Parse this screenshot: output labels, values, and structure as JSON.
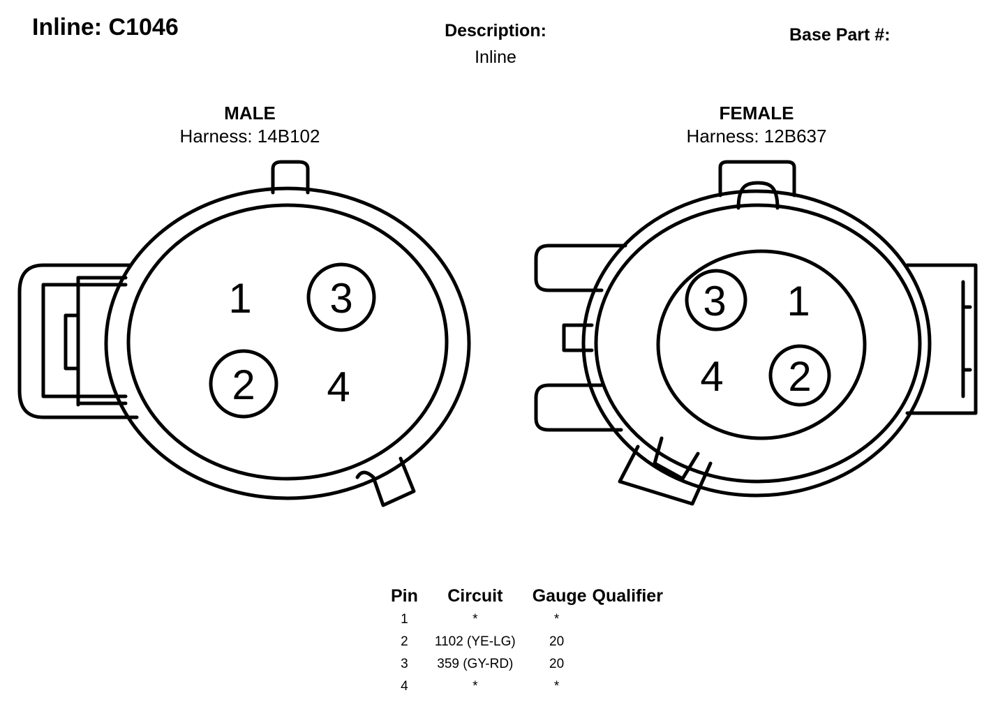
{
  "header": {
    "title": "Inline: C1046",
    "description_label": "Description:",
    "description_value": "Inline",
    "base_part_label": "Base Part #:"
  },
  "connectors": {
    "male": {
      "gender": "MALE",
      "harness": "Harness: 14B102",
      "pins": [
        "1",
        "2",
        "3",
        "4"
      ]
    },
    "female": {
      "gender": "FEMALE",
      "harness": "Harness: 12B637",
      "pins": [
        "1",
        "2",
        "3",
        "4"
      ]
    }
  },
  "pin_table": {
    "headers": [
      "Pin",
      "Circuit",
      "Gauge",
      "Qualifier"
    ],
    "rows": [
      {
        "pin": "1",
        "circuit": "*",
        "gauge": "*",
        "qualifier": ""
      },
      {
        "pin": "2",
        "circuit": "1102 (YE-LG)",
        "gauge": "20",
        "qualifier": ""
      },
      {
        "pin": "3",
        "circuit": "359 (GY-RD)",
        "gauge": "20",
        "qualifier": ""
      },
      {
        "pin": "4",
        "circuit": "*",
        "gauge": "*",
        "qualifier": ""
      }
    ]
  },
  "colors": {
    "line": "#000000",
    "background": "#ffffff"
  }
}
